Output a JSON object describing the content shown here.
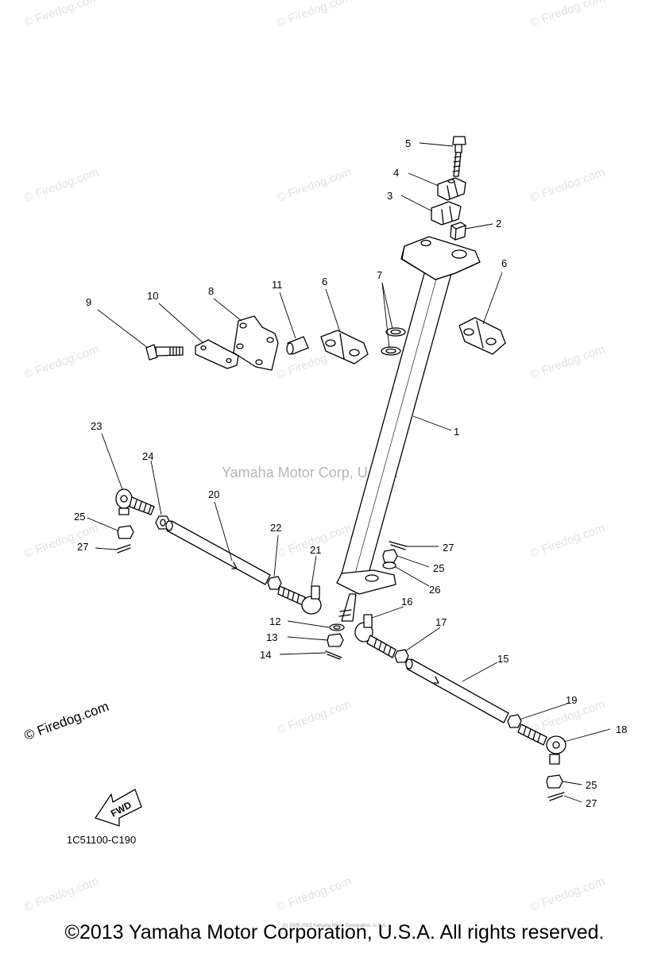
{
  "diagram_code": "1C51100-C190",
  "center_watermark": "Yamaha Motor Corp, U.S.A.",
  "firedog_mark": "© Firedog.com",
  "watermark_text": "© Firedog.com",
  "copyright": "©2013 Yamaha Motor Corporation, U.S.A. All rights reserved.",
  "fine_print": "(c) 2005-2015 Yamaha Motor Corporation, U.S.A.",
  "fwd_label": "FWD",
  "callouts": [
    "1",
    "2",
    "3",
    "4",
    "5",
    "6",
    "6",
    "7",
    "8",
    "9",
    "10",
    "11",
    "12",
    "13",
    "14",
    "15",
    "16",
    "17",
    "18",
    "19",
    "20",
    "21",
    "22",
    "23",
    "24",
    "25",
    "25",
    "25",
    "26",
    "27",
    "27",
    "27"
  ]
}
